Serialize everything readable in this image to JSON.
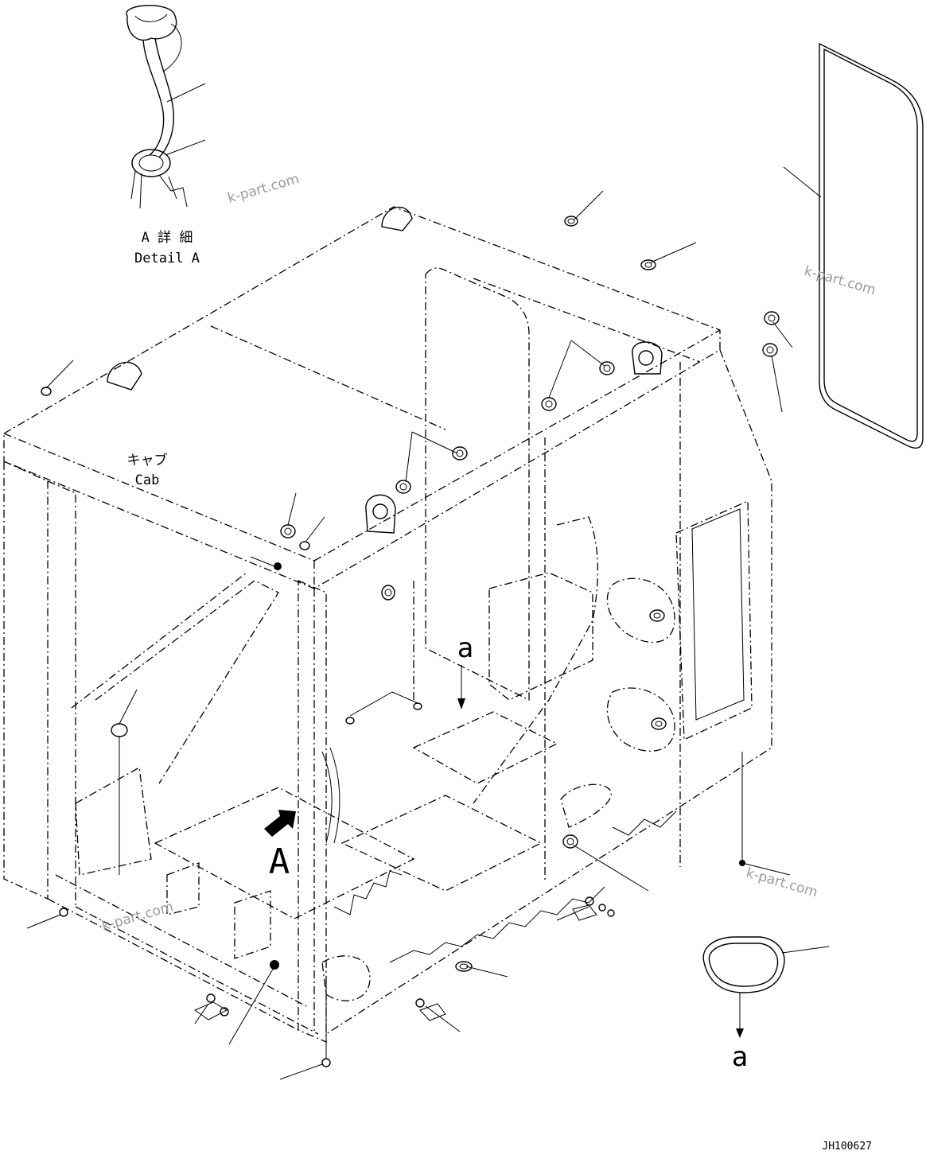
{
  "detail_a": {
    "jp": "A 詳 細",
    "en": "Detail A"
  },
  "cab": {
    "jp": "キャブ",
    "en": "Cab"
  },
  "view_marker": "A",
  "section_markers": [
    "a",
    "a"
  ],
  "watermark": "k-part.com",
  "drawing_number": "JH100627"
}
